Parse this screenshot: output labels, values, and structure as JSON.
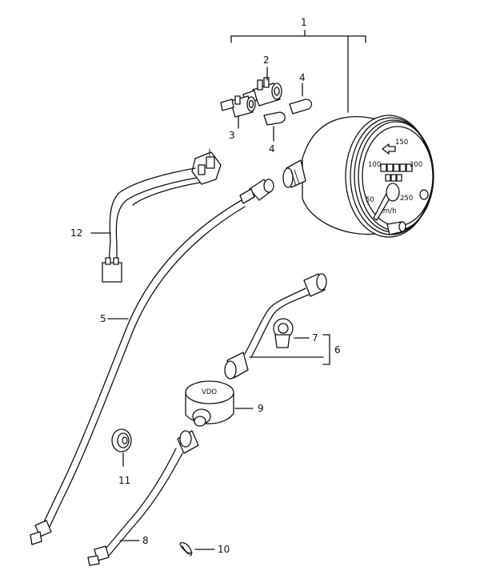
{
  "callouts": {
    "c1": "1",
    "c2": "2",
    "c3": "3",
    "c4a": "4",
    "c4b": "4",
    "c5": "5",
    "c6": "6",
    "c7": "7",
    "c8": "8",
    "c9": "9",
    "c10": "10",
    "c11": "11",
    "c12": "12"
  },
  "dial_text": {
    "d50": "50",
    "d100": "100",
    "d150": "150",
    "d200": "200",
    "d250": "250",
    "unit": "km/h",
    "vdo": "VDO"
  }
}
